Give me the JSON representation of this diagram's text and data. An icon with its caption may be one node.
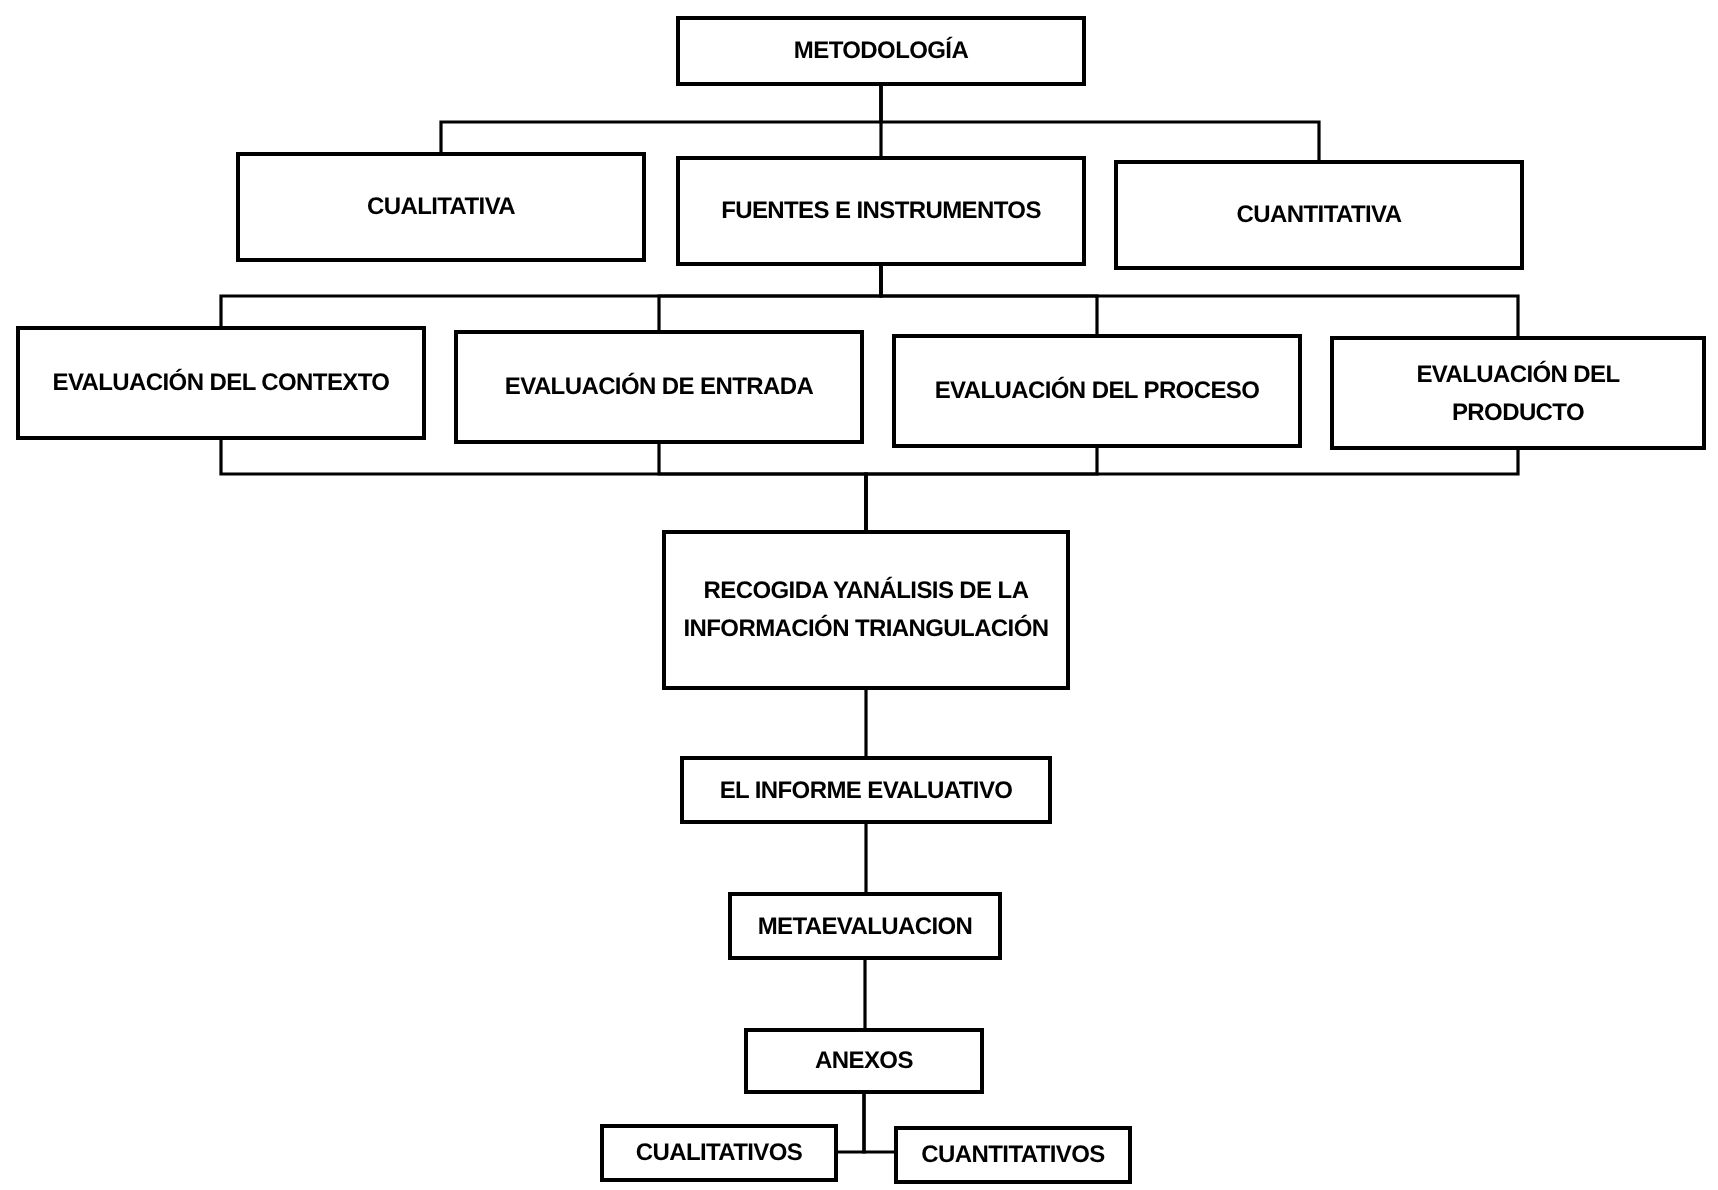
{
  "diagram": {
    "nodes": [
      {
        "text": [
          "METODOLOGÍA"
        ]
      },
      {
        "text": [
          "CUALITATIVA"
        ]
      },
      {
        "text": [
          "FUENTES E INSTRUMENTOS"
        ]
      },
      {
        "text": [
          "CUANTITATIVA"
        ]
      },
      {
        "text": [
          "EVALUACIÓN DEL CONTEXTO"
        ]
      },
      {
        "text": [
          "EVALUACIÓN DE ENTRADA"
        ]
      },
      {
        "text": [
          "EVALUACIÓN DEL PROCESO"
        ]
      },
      {
        "text": [
          "EVALUACIÓN DEL PRODUCTO"
        ]
      },
      {
        "text": [
          "RECOGIDA YANÁLISIS DE LA INFORMACIÓN TRIANGULACIÓN"
        ]
      },
      {
        "text": [
          "EL INFORME EVALUATIVO"
        ]
      },
      {
        "text": [
          "METAEVALUACION"
        ]
      },
      {
        "text": [
          "ANEXOS"
        ]
      },
      {
        "text": [
          "CUALITATIVOS"
        ]
      },
      {
        "text": [
          "CUANTITATIVOS"
        ]
      }
    ],
    "edges": [
      {
        "from": 0,
        "to": 1,
        "arrow": "none"
      },
      {
        "from": 0,
        "to": 2,
        "arrow": "none"
      },
      {
        "from": 0,
        "to": 3,
        "arrow": "none"
      },
      {
        "from": 2,
        "to": 4,
        "arrow": "none"
      },
      {
        "from": 2,
        "to": 5,
        "arrow": "none"
      },
      {
        "from": 2,
        "to": 6,
        "arrow": "none"
      },
      {
        "from": 2,
        "to": 7,
        "arrow": "none"
      },
      {
        "from": 4,
        "to": 8,
        "arrow": "none"
      },
      {
        "from": 5,
        "to": 8,
        "arrow": "none"
      },
      {
        "from": 6,
        "to": 8,
        "arrow": "none"
      },
      {
        "from": 7,
        "to": 8,
        "arrow": "none"
      },
      {
        "from": 8,
        "to": 9,
        "arrow": "none"
      },
      {
        "from": 9,
        "to": 10,
        "arrow": "none"
      },
      {
        "from": 10,
        "to": 11,
        "arrow": "none"
      },
      {
        "from": 11,
        "to": 12,
        "arrow": "none"
      },
      {
        "from": 11,
        "to": 13,
        "arrow": "none"
      }
    ]
  }
}
